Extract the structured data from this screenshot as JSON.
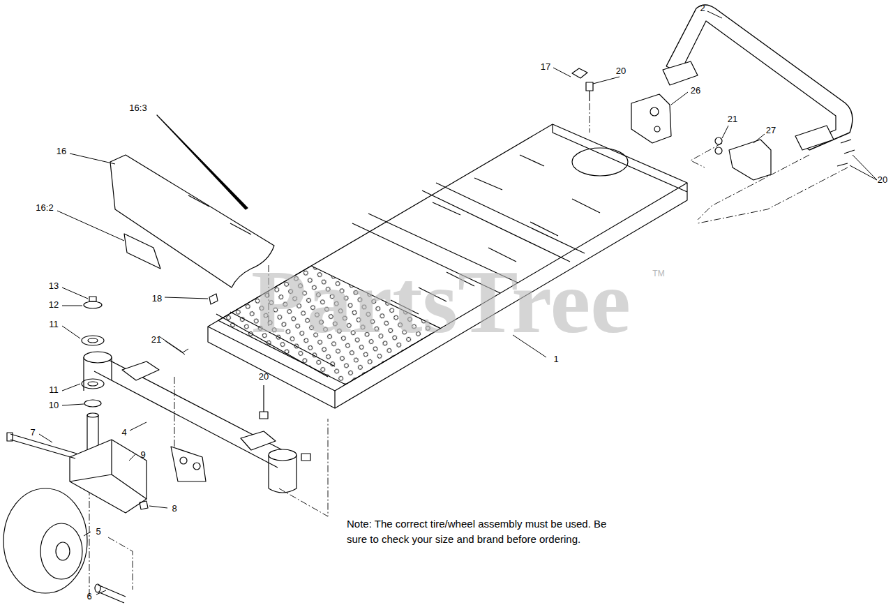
{
  "diagram": {
    "labels": [
      "2",
      "17",
      "20",
      "26",
      "21",
      "27",
      "20",
      "16:3",
      "16",
      "16:2",
      "18",
      "13",
      "12",
      "11",
      "21",
      "11",
      "10",
      "20",
      "4",
      "1",
      "7",
      "9",
      "8",
      "5",
      "6",
      "Note: The correct tire/wheel assembly must be used. Be sure to check your size and brand before ordering.",
      "PartsTree",
      "TM"
    ]
  }
}
